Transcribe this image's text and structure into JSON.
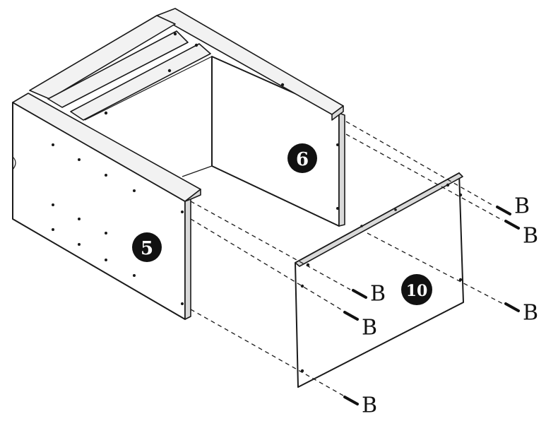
{
  "callouts": {
    "part_5": "5",
    "part_6": "6",
    "part_10": "10"
  },
  "fasteners": {
    "screw_label": "B"
  }
}
